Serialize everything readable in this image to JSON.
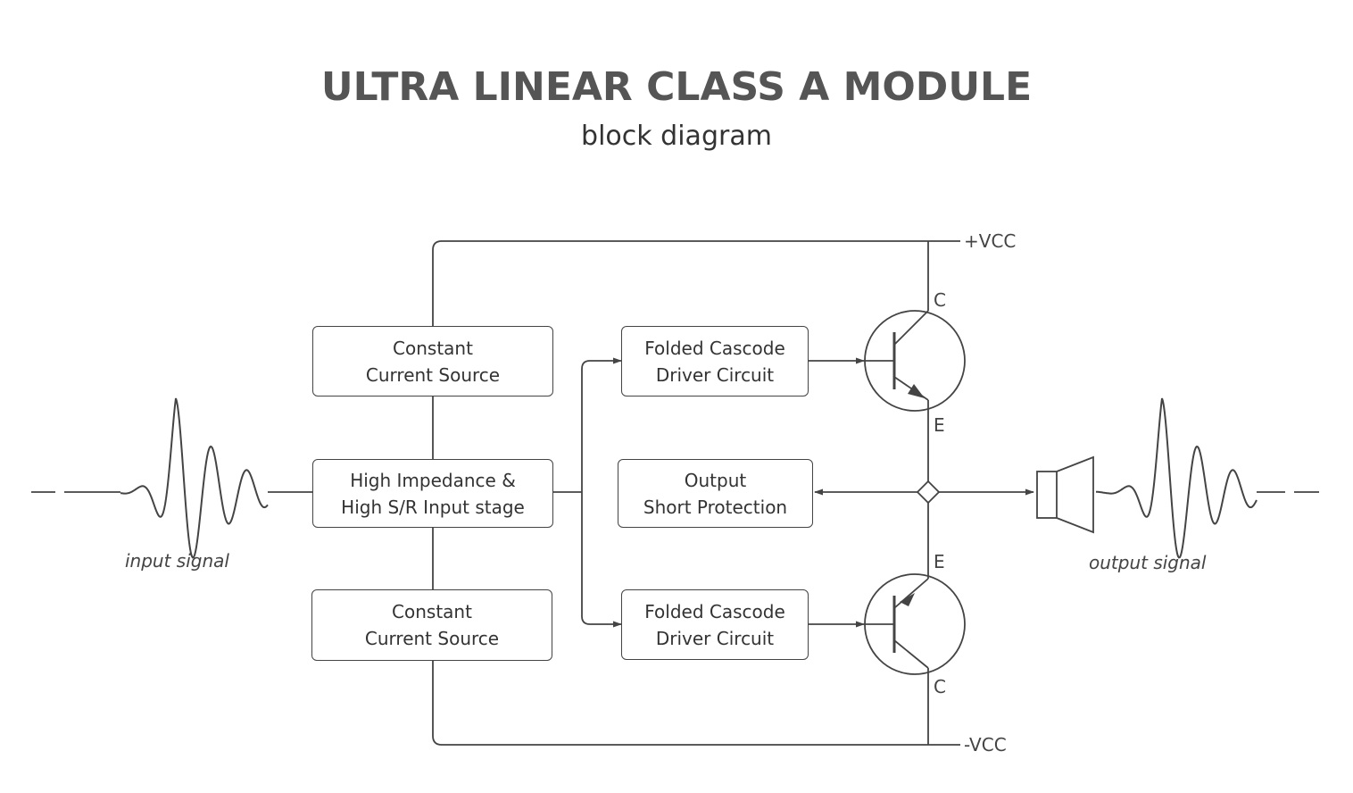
{
  "title": "ULTRA LINEAR CLASS A MODULE",
  "subtitle": "block diagram",
  "blocks": {
    "ccs_top": {
      "line1": "Constant",
      "line2": "Current Source"
    },
    "input_stage": {
      "line1": "High Impedance &",
      "line2": "High S/R Input stage"
    },
    "ccs_bottom": {
      "line1": "Constant",
      "line2": "Current Source"
    },
    "driver_top": {
      "line1": "Folded Cascode",
      "line2": "Driver Circuit"
    },
    "protection": {
      "line1": "Output",
      "line2": "Short Protection"
    },
    "driver_bottom": {
      "line1": "Folded Cascode",
      "line2": "Driver Circuit"
    }
  },
  "rails": {
    "positive": "+VCC",
    "negative": "-VCC"
  },
  "transistor_top": {
    "collector": "C",
    "emitter": "E"
  },
  "transistor_bottom": {
    "emitter": "E",
    "collector": "C"
  },
  "signals": {
    "input": "input signal",
    "output": "output signal"
  },
  "icons": [
    "npn-transistor-icon",
    "pnp-transistor-icon",
    "speaker-icon",
    "waveform-icon"
  ]
}
